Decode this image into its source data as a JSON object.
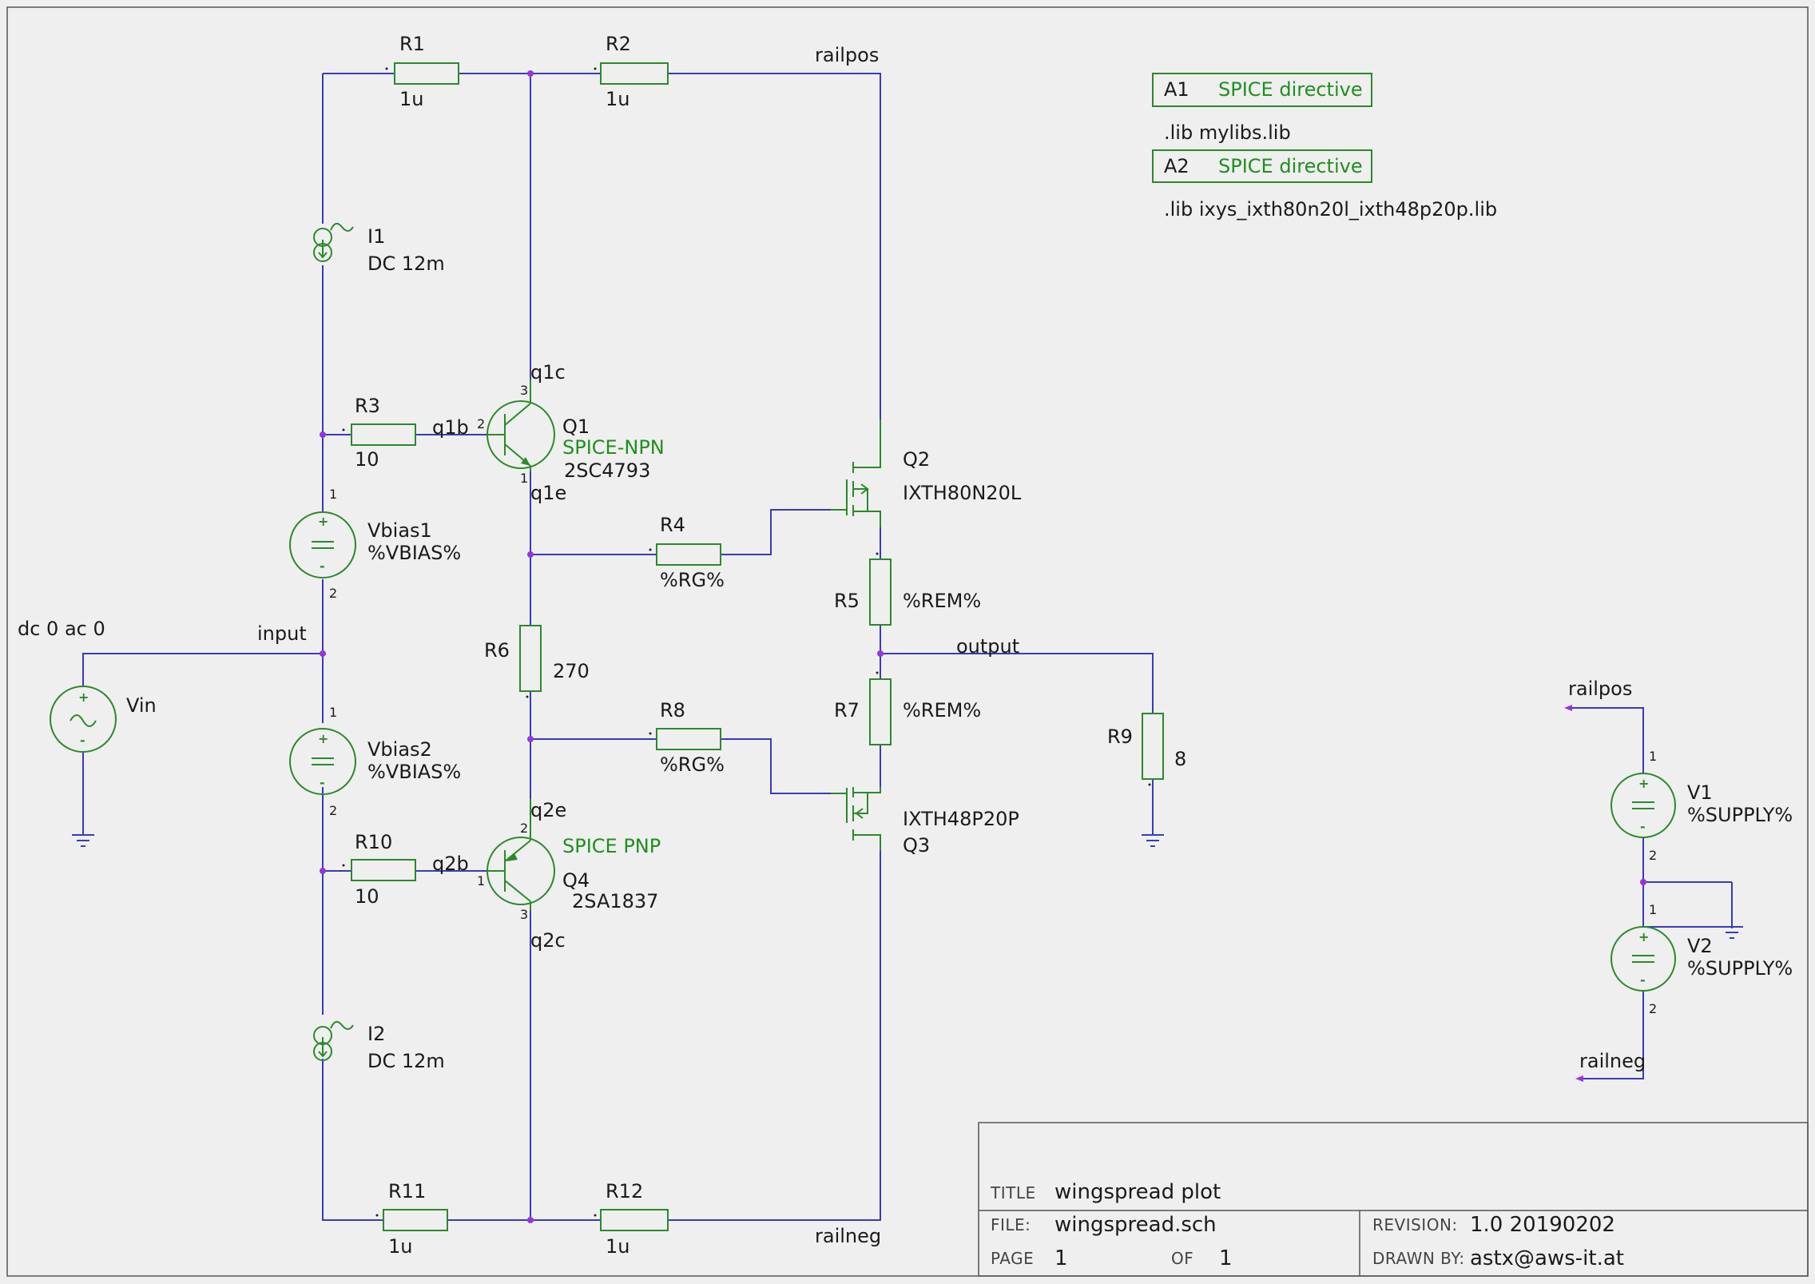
{
  "components": {
    "R1": {
      "ref": "R1",
      "value": "1u"
    },
    "R2": {
      "ref": "R2",
      "value": "1u"
    },
    "R3": {
      "ref": "R3",
      "value": "10"
    },
    "R4": {
      "ref": "R4",
      "value": "%RG%"
    },
    "R5": {
      "ref": "R5",
      "value": "%REM%"
    },
    "R6": {
      "ref": "R6",
      "value": "270"
    },
    "R7": {
      "ref": "R7",
      "value": "%REM%"
    },
    "R8": {
      "ref": "R8",
      "value": "%RG%"
    },
    "R9": {
      "ref": "R9",
      "value": "8"
    },
    "R10": {
      "ref": "R10",
      "value": "10"
    },
    "R11": {
      "ref": "R11",
      "value": "1u"
    },
    "R12": {
      "ref": "R12",
      "value": "1u"
    },
    "I1": {
      "ref": "I1",
      "value": "DC 12m"
    },
    "I2": {
      "ref": "I2",
      "value": "DC 12m"
    },
    "Vbias1": {
      "ref": "Vbias1",
      "value": "%VBIAS%"
    },
    "Vbias2": {
      "ref": "Vbias2",
      "value": "%VBIAS%"
    },
    "Vin": {
      "ref": "Vin",
      "value": "dc 0 ac 0"
    },
    "V1": {
      "ref": "V1",
      "value": "%SUPPLY%"
    },
    "V2": {
      "ref": "V2",
      "value": "%SUPPLY%"
    },
    "Q1": {
      "ref": "Q1",
      "model": "SPICE-NPN",
      "part": "2SC4793"
    },
    "Q4": {
      "ref": "Q4",
      "model": "SPICE PNP",
      "part": "2SA1837"
    },
    "Q2": {
      "ref": "Q2",
      "part": "IXTH80N20L"
    },
    "Q3": {
      "ref": "Q3",
      "part": "IXTH48P20P"
    },
    "A1": {
      "ref": "A1",
      "label": "SPICE directive",
      "text": ".lib mylibs.lib"
    },
    "A2": {
      "ref": "A2",
      "label": "SPICE directive",
      "text": ".lib ixys_ixth80n20l_ixth48p20p.lib"
    }
  },
  "nets": {
    "railpos": "railpos",
    "railneg": "railneg",
    "input": "input",
    "output": "output",
    "q1c": "q1c",
    "q1b": "q1b",
    "q1e": "q1e",
    "q2e": "q2e",
    "q2b": "q2b",
    "q2c": "q2c"
  },
  "pins": {
    "one": "1",
    "two": "2",
    "three": "3",
    "plus": "+",
    "minus": "-"
  },
  "title_block": {
    "title_label": "TITLE",
    "title": "wingspread plot",
    "file_label": "FILE:",
    "file": "wingspread.sch",
    "page_label": "PAGE",
    "page": "1",
    "of_label": "OF",
    "of": "1",
    "revision_label": "REVISION:",
    "revision": "1.0 20190202",
    "drawn_by_label": "DRAWN BY:",
    "drawn_by": "astx@aws-it.at"
  },
  "colors": {
    "wire": "#3a3ab8",
    "component": "#2a8a2a",
    "junction": "#9933dd",
    "background": "#efefef"
  }
}
